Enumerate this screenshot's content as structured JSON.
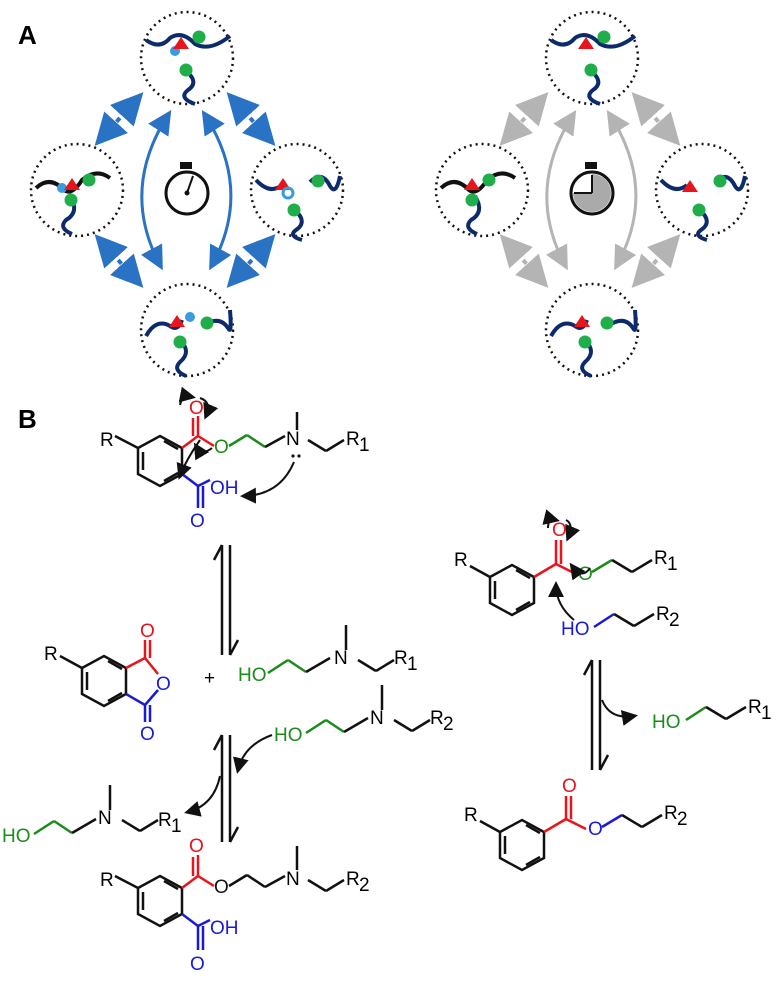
{
  "panels": {
    "a": "A",
    "b": "B"
  },
  "atoms": {
    "r": "R",
    "o": "O",
    "oh": "OH",
    "ho": "HO",
    "n": "N",
    "r1": "R",
    "r1_sub": "1",
    "r2": "R",
    "r2_sub": "2",
    "plus": "+"
  },
  "colors": {
    "chain_dark": "#0d2b6b",
    "chain_black": "#111111",
    "green": "#1fae4a",
    "red": "#e8141b",
    "blue_dot": "#3c9be0",
    "arrow_blue": "#2a72c4",
    "arrow_grey": "#b4b4b4",
    "ester_red": "#e8141b",
    "acid_blue": "#1a1ad6",
    "alcohol_green": "#1a8c1a"
  }
}
